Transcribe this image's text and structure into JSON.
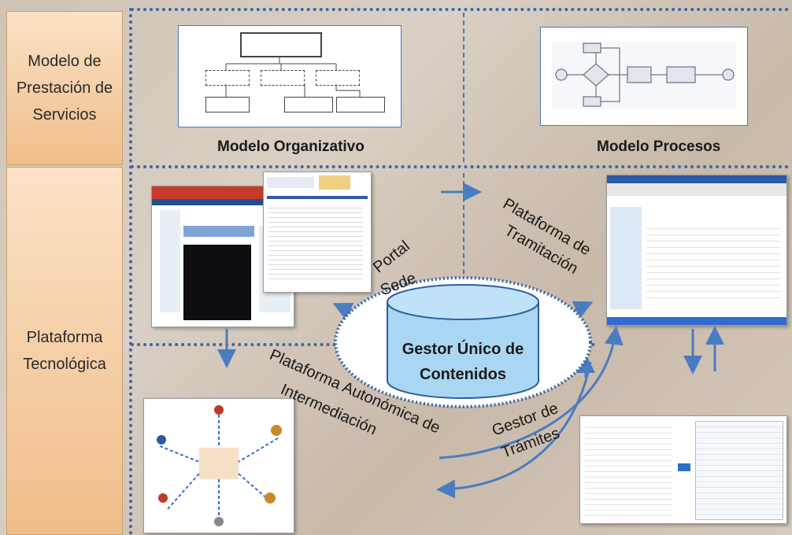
{
  "sidebar": {
    "top_label": [
      "Modelo de",
      "Prestación de",
      "Servicios"
    ],
    "bottom_label": [
      "Plataforma",
      "Tecnológica"
    ]
  },
  "models": {
    "org_caption": "Modelo Organizativo",
    "proc_caption": "Modelo Procesos"
  },
  "center": {
    "db_label": "Gestor Único de Contenidos"
  },
  "labels": {
    "portal": "Portal",
    "sede": "Sede",
    "tramitacion": [
      "Plataforma de",
      "Tramitación"
    ],
    "intermediacion": [
      "Plataforma Autonómica de",
      "Intermediación"
    ],
    "gestor": [
      "Gestor de",
      "Trámites"
    ]
  },
  "colors": {
    "accent": "#3a66a8",
    "sidebar": "#f0bd8a"
  }
}
